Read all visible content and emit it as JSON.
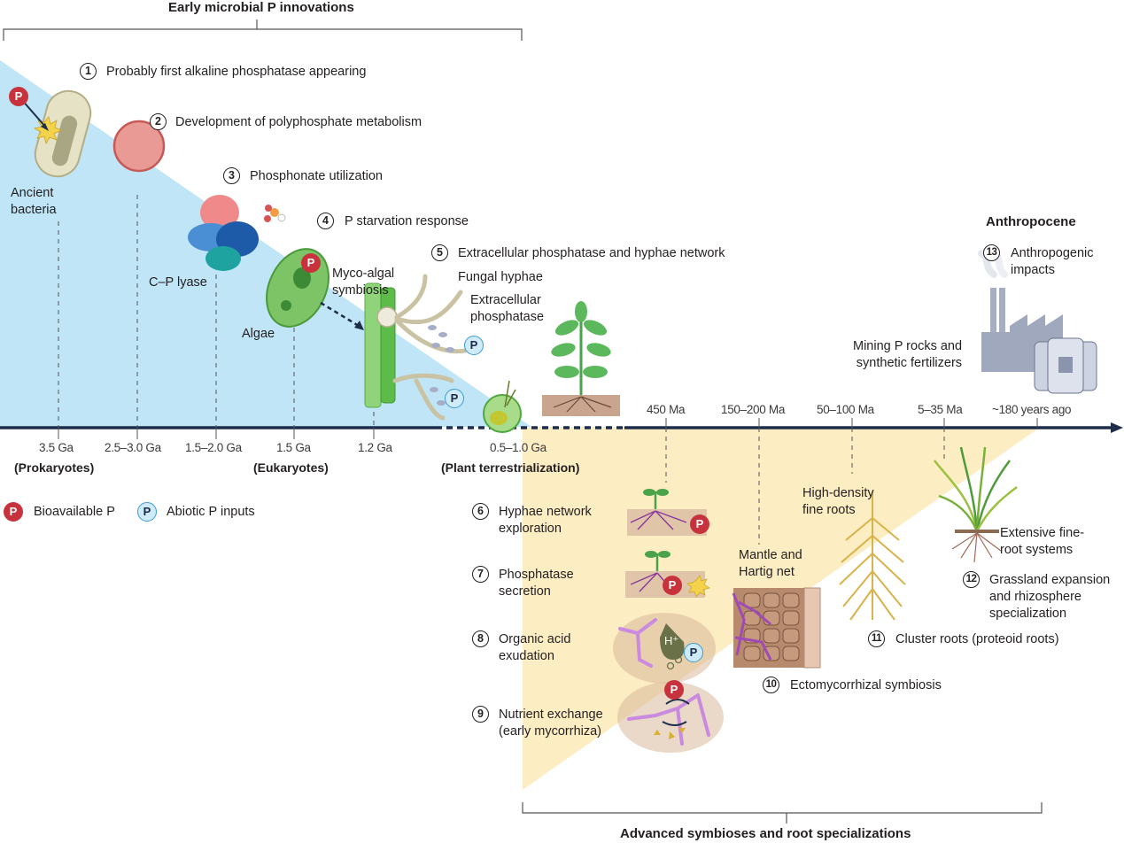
{
  "brackets": {
    "top": "Early microbial P innovations",
    "bottom": "Advanced symbioses and root specializations"
  },
  "colors": {
    "microbial_region": "#bfe5f7",
    "plant_region": "#fdedc3",
    "timeline": "#1e2d4a",
    "bioavailable_p": "#c8323c",
    "abiotic_p": "#cfeaf8"
  },
  "innovations": [
    {
      "n": "1",
      "text": "Probably first alkaline phosphatase appearing"
    },
    {
      "n": "2",
      "text": "Development of polyphosphate metabolism"
    },
    {
      "n": "3",
      "text": "Phosphonate utilization"
    },
    {
      "n": "4",
      "text": "P starvation response"
    },
    {
      "n": "5",
      "text": "Extracellular phosphatase and hyphae network"
    },
    {
      "n": "6",
      "line1": "Hyphae network",
      "line2": "exploration"
    },
    {
      "n": "7",
      "line1": "Phosphatase",
      "line2": "secretion"
    },
    {
      "n": "8",
      "line1": "Organic acid",
      "line2": "exudation"
    },
    {
      "n": "9",
      "line1": "Nutrient exchange",
      "line2": "(early mycorrhiza)"
    },
    {
      "n": "10",
      "text": "Ectomycorrhizal symbiosis"
    },
    {
      "n": "11",
      "text": "Cluster roots (proteoid roots)"
    },
    {
      "n": "12",
      "line1": "Grassland expansion",
      "line2": "and rhizosphere",
      "line3": "specialization"
    },
    {
      "n": "13",
      "line1": "Anthropogenic",
      "line2": "impacts"
    }
  ],
  "labels": {
    "ancient_bacteria_1": "Ancient",
    "ancient_bacteria_2": "bacteria",
    "cp_lyase": "C–P lyase",
    "algae": "Algae",
    "myco_algal_1": "Myco-algal",
    "myco_algal_2": "symbiosis",
    "fungal_hyphae": "Fungal hyphae",
    "extracellular_1": "Extracellular",
    "extracellular_2": "phosphatase",
    "anthropocene": "Anthropocene",
    "mining_1": "Mining P rocks and",
    "mining_2": "synthetic fertilizers",
    "high_density_1": "High-density",
    "high_density_2": "fine roots",
    "mantle_1": "Mantle and",
    "mantle_2": "Hartig net",
    "extensive_1": "Extensive fine-",
    "extensive_2": "root systems",
    "h_plus": "H⁺",
    "p": "P"
  },
  "timeline": {
    "lower_ticks": [
      "3.5 Ga",
      "2.5–3.0 Ga",
      "1.5–2.0 Ga",
      "1.5 Ga",
      "1.2 Ga",
      "0.5–1.0 Ga"
    ],
    "upper_ticks": [
      "450 Ma",
      "150–200 Ma",
      "50–100 Ma",
      "5–35 Ma",
      "~180 years ago"
    ],
    "eras": [
      "(Prokaryotes)",
      "(Eukaryotes)",
      "(Plant terrestrialization)"
    ]
  },
  "legend": [
    {
      "icon": "bioavailable-p-icon",
      "label": "Bioavailable P"
    },
    {
      "icon": "abiotic-p-icon",
      "label": "Abiotic P inputs"
    }
  ]
}
